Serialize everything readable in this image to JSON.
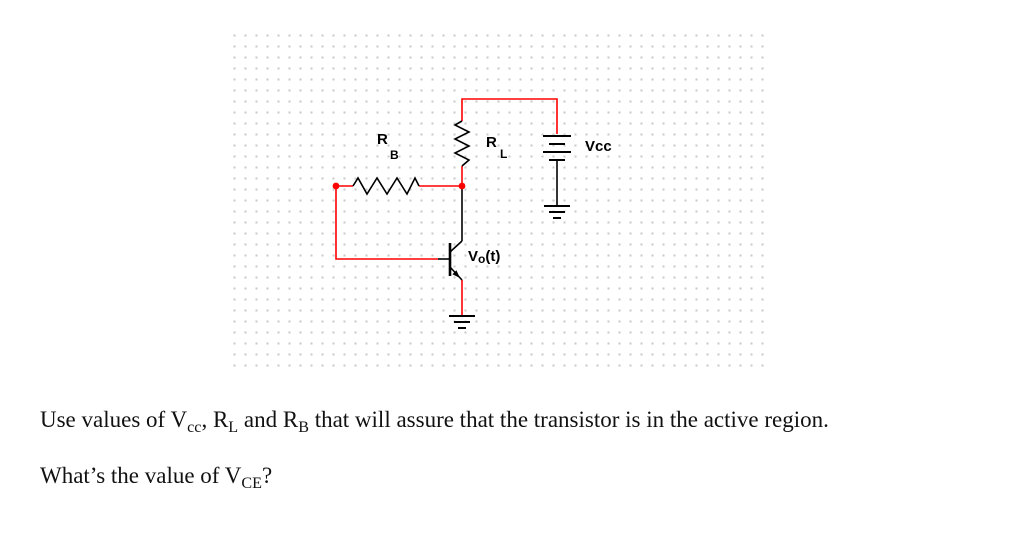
{
  "diagram": {
    "labels": {
      "rb": {
        "main": "R",
        "sub": "B"
      },
      "rl": {
        "main": "R",
        "sub": "L"
      },
      "vcc": "Vcc",
      "vout": {
        "v": "V",
        "sub": "o",
        "rest": "(t)"
      }
    },
    "colors": {
      "wire": "#ff0000",
      "component": "#000000",
      "node": "#ff0000",
      "text": "#000000",
      "grid_dot": "#cccccc"
    }
  },
  "question": {
    "line1": [
      "Use values of V",
      "cc",
      ", R",
      "L",
      " and R",
      "B",
      " that will assure that the transistor is in the active region."
    ],
    "line2": [
      "What’s the value of V",
      "CE",
      "?"
    ]
  }
}
